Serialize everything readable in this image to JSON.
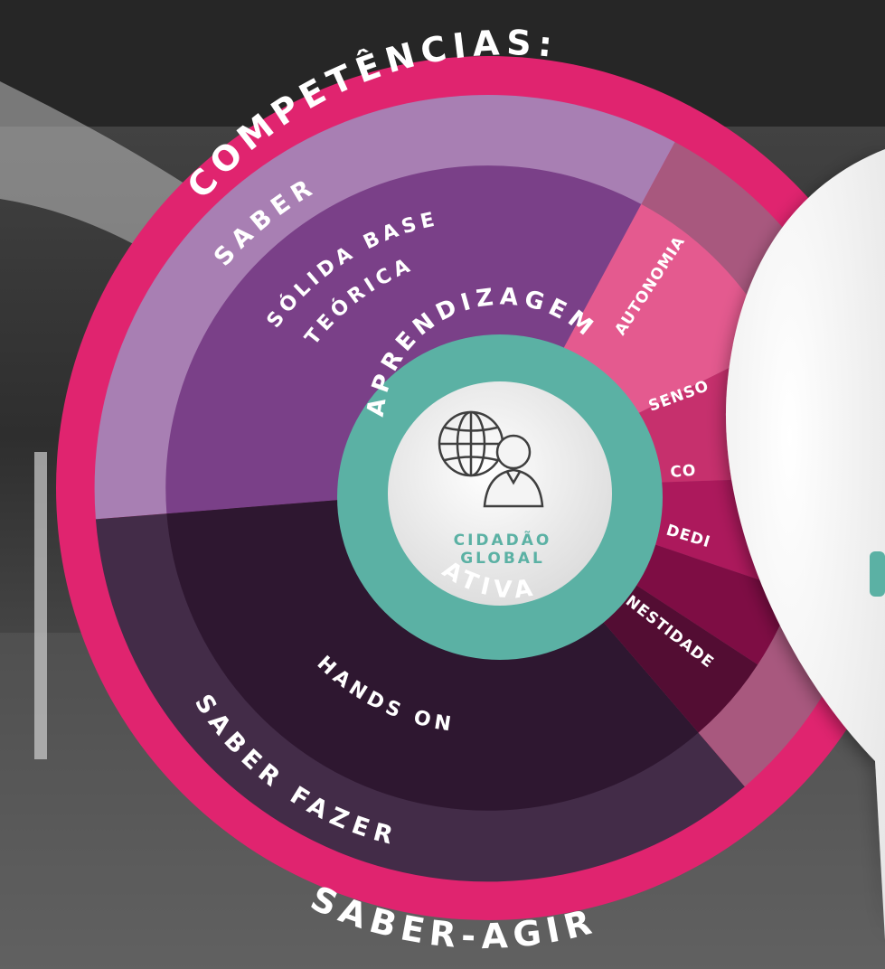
{
  "diagram": {
    "ring_top_label": "COMPETÊNCIAS:",
    "ring_bottom_label": "SABER-AGIR",
    "segments": {
      "saber": {
        "label": "SABER",
        "sub_label_line1": "SÓLIDA BASE",
        "sub_label_line2": "TEÓRICA"
      },
      "saber_fazer": {
        "label": "SABER FAZER",
        "sub_label": "HANDS ON"
      },
      "saber_ser": {
        "items": [
          "AUTONOMIA",
          "SENSO",
          "CO",
          "DEDI",
          "HONESTIDADE"
        ]
      }
    },
    "center": {
      "top_arc": "APRENDIZAGEM",
      "bottom_arc": "ATIVA",
      "icon": "global-citizen-icon",
      "caption_line1": "CIDADÃO",
      "caption_line2": "GLOBAL"
    }
  },
  "colors": {
    "outer_ring": "#e0246f",
    "saber_outer": "#a87fb3",
    "saber_inner": "#7a4088",
    "fazer_outer": "#432c48",
    "fazer_inner": "#2e1730",
    "ser_outer": "#a8587e",
    "teal": "#5bb1a4",
    "autonomia": "#e45a8f",
    "senso": "#c6306d",
    "comp": "#ac195c",
    "dedicacao": "#7e0d44",
    "honestidade": "#530d33",
    "card": "#f3f3f3"
  }
}
